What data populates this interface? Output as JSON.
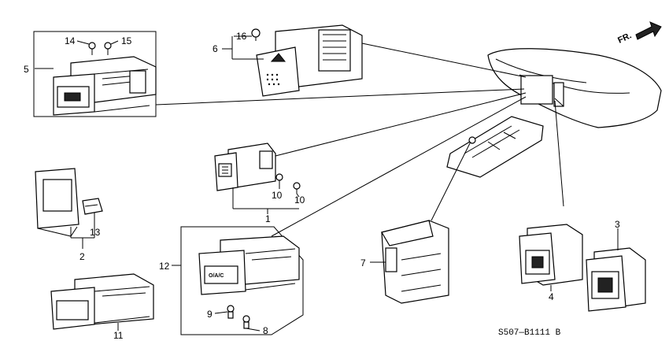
{
  "diagram_code": "S507—B1111 B",
  "direction_label": "FR.",
  "callouts": {
    "c1": "1",
    "c2": "2",
    "c3": "3",
    "c4": "4",
    "c5": "5",
    "c6": "6",
    "c7": "7",
    "c8": "8",
    "c9": "9",
    "c10a": "10",
    "c10b": "10",
    "c11": "11",
    "c12": "12",
    "c13": "13",
    "c14": "14",
    "c15": "15",
    "c16": "16"
  },
  "button_text": {
    "ac": "O/A/C"
  }
}
